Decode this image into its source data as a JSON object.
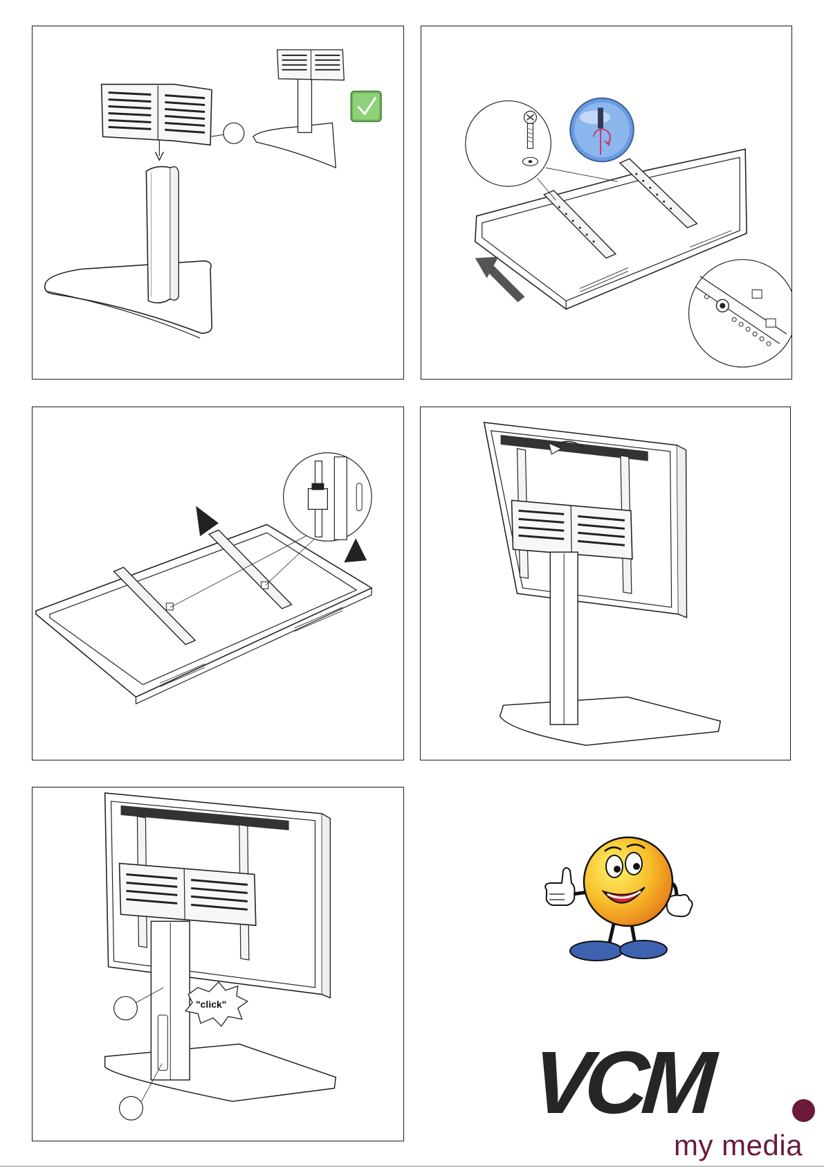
{
  "steps": [
    {
      "id": "step-1",
      "callout": ""
    },
    {
      "id": "step-2",
      "callout": ""
    },
    {
      "id": "step-3",
      "callout": ""
    },
    {
      "id": "step-4",
      "callout": ""
    },
    {
      "id": "step-5",
      "callout": "\"click\""
    }
  ],
  "icons": {
    "check": "check-icon",
    "screwdriver": "screwdriver-icon",
    "arrow": "arrow-icon",
    "mascot": "thumbs-up-mascot-icon"
  },
  "brand": {
    "name": "VCM",
    "tagline": "my media",
    "dot_color": "#6b1a3a",
    "text_color": "#262626"
  },
  "colors": {
    "check_green": "#6fb65a",
    "screwdriver_blue": "#6a9be0",
    "mascot_orange": "#f4a21a",
    "mascot_shoes": "#3d62b0"
  }
}
